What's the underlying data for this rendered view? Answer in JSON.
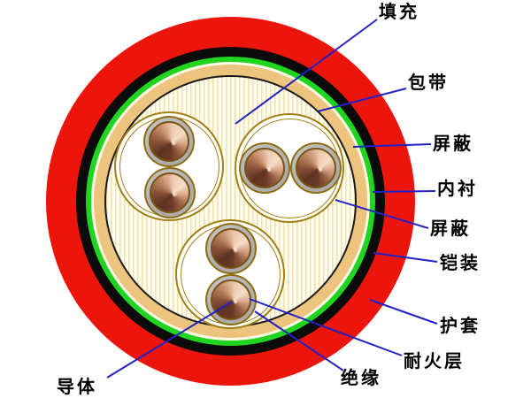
{
  "diagram": {
    "type": "fire-resistant-armored-cable-cross-section",
    "labels": {
      "filling": "填充",
      "binder_tape": "包带",
      "overall_shield": "屏蔽",
      "inner_liner": "内衬",
      "pair_shield": "屏蔽",
      "armor": "铠装",
      "sheath": "护套",
      "fire_resistant_layer": "耐火层",
      "insulation": "绝缘",
      "conductor": "导体"
    },
    "structure": {
      "core_count": 3,
      "conductors_per_core": 2,
      "ring_order_outer_to_inner": [
        "sheath",
        "armor",
        "inner_liner",
        "overall_shield",
        "binder_tape",
        "filling"
      ],
      "conductor_layers_outer_to_inner": [
        "pair_shield",
        "insulation",
        "fire_resistant_layer",
        "conductor"
      ]
    }
  },
  "colors": {
    "sheath": "#EC150C",
    "armor": "#0B0B0B",
    "liner": "#1FD51F",
    "shield-tape": "#EDC47E",
    "binder-line": "#1A1A1A",
    "filling-bg": "#FFFDF2",
    "filling-stripe": "#F0E2A8",
    "core-ring": "#A18016",
    "insulation-gray": "#ACACAC",
    "copper-light": "#EECBB2",
    "copper-dark": "#6B3A26",
    "leader": "#2222C4",
    "label-text": "#000000"
  }
}
